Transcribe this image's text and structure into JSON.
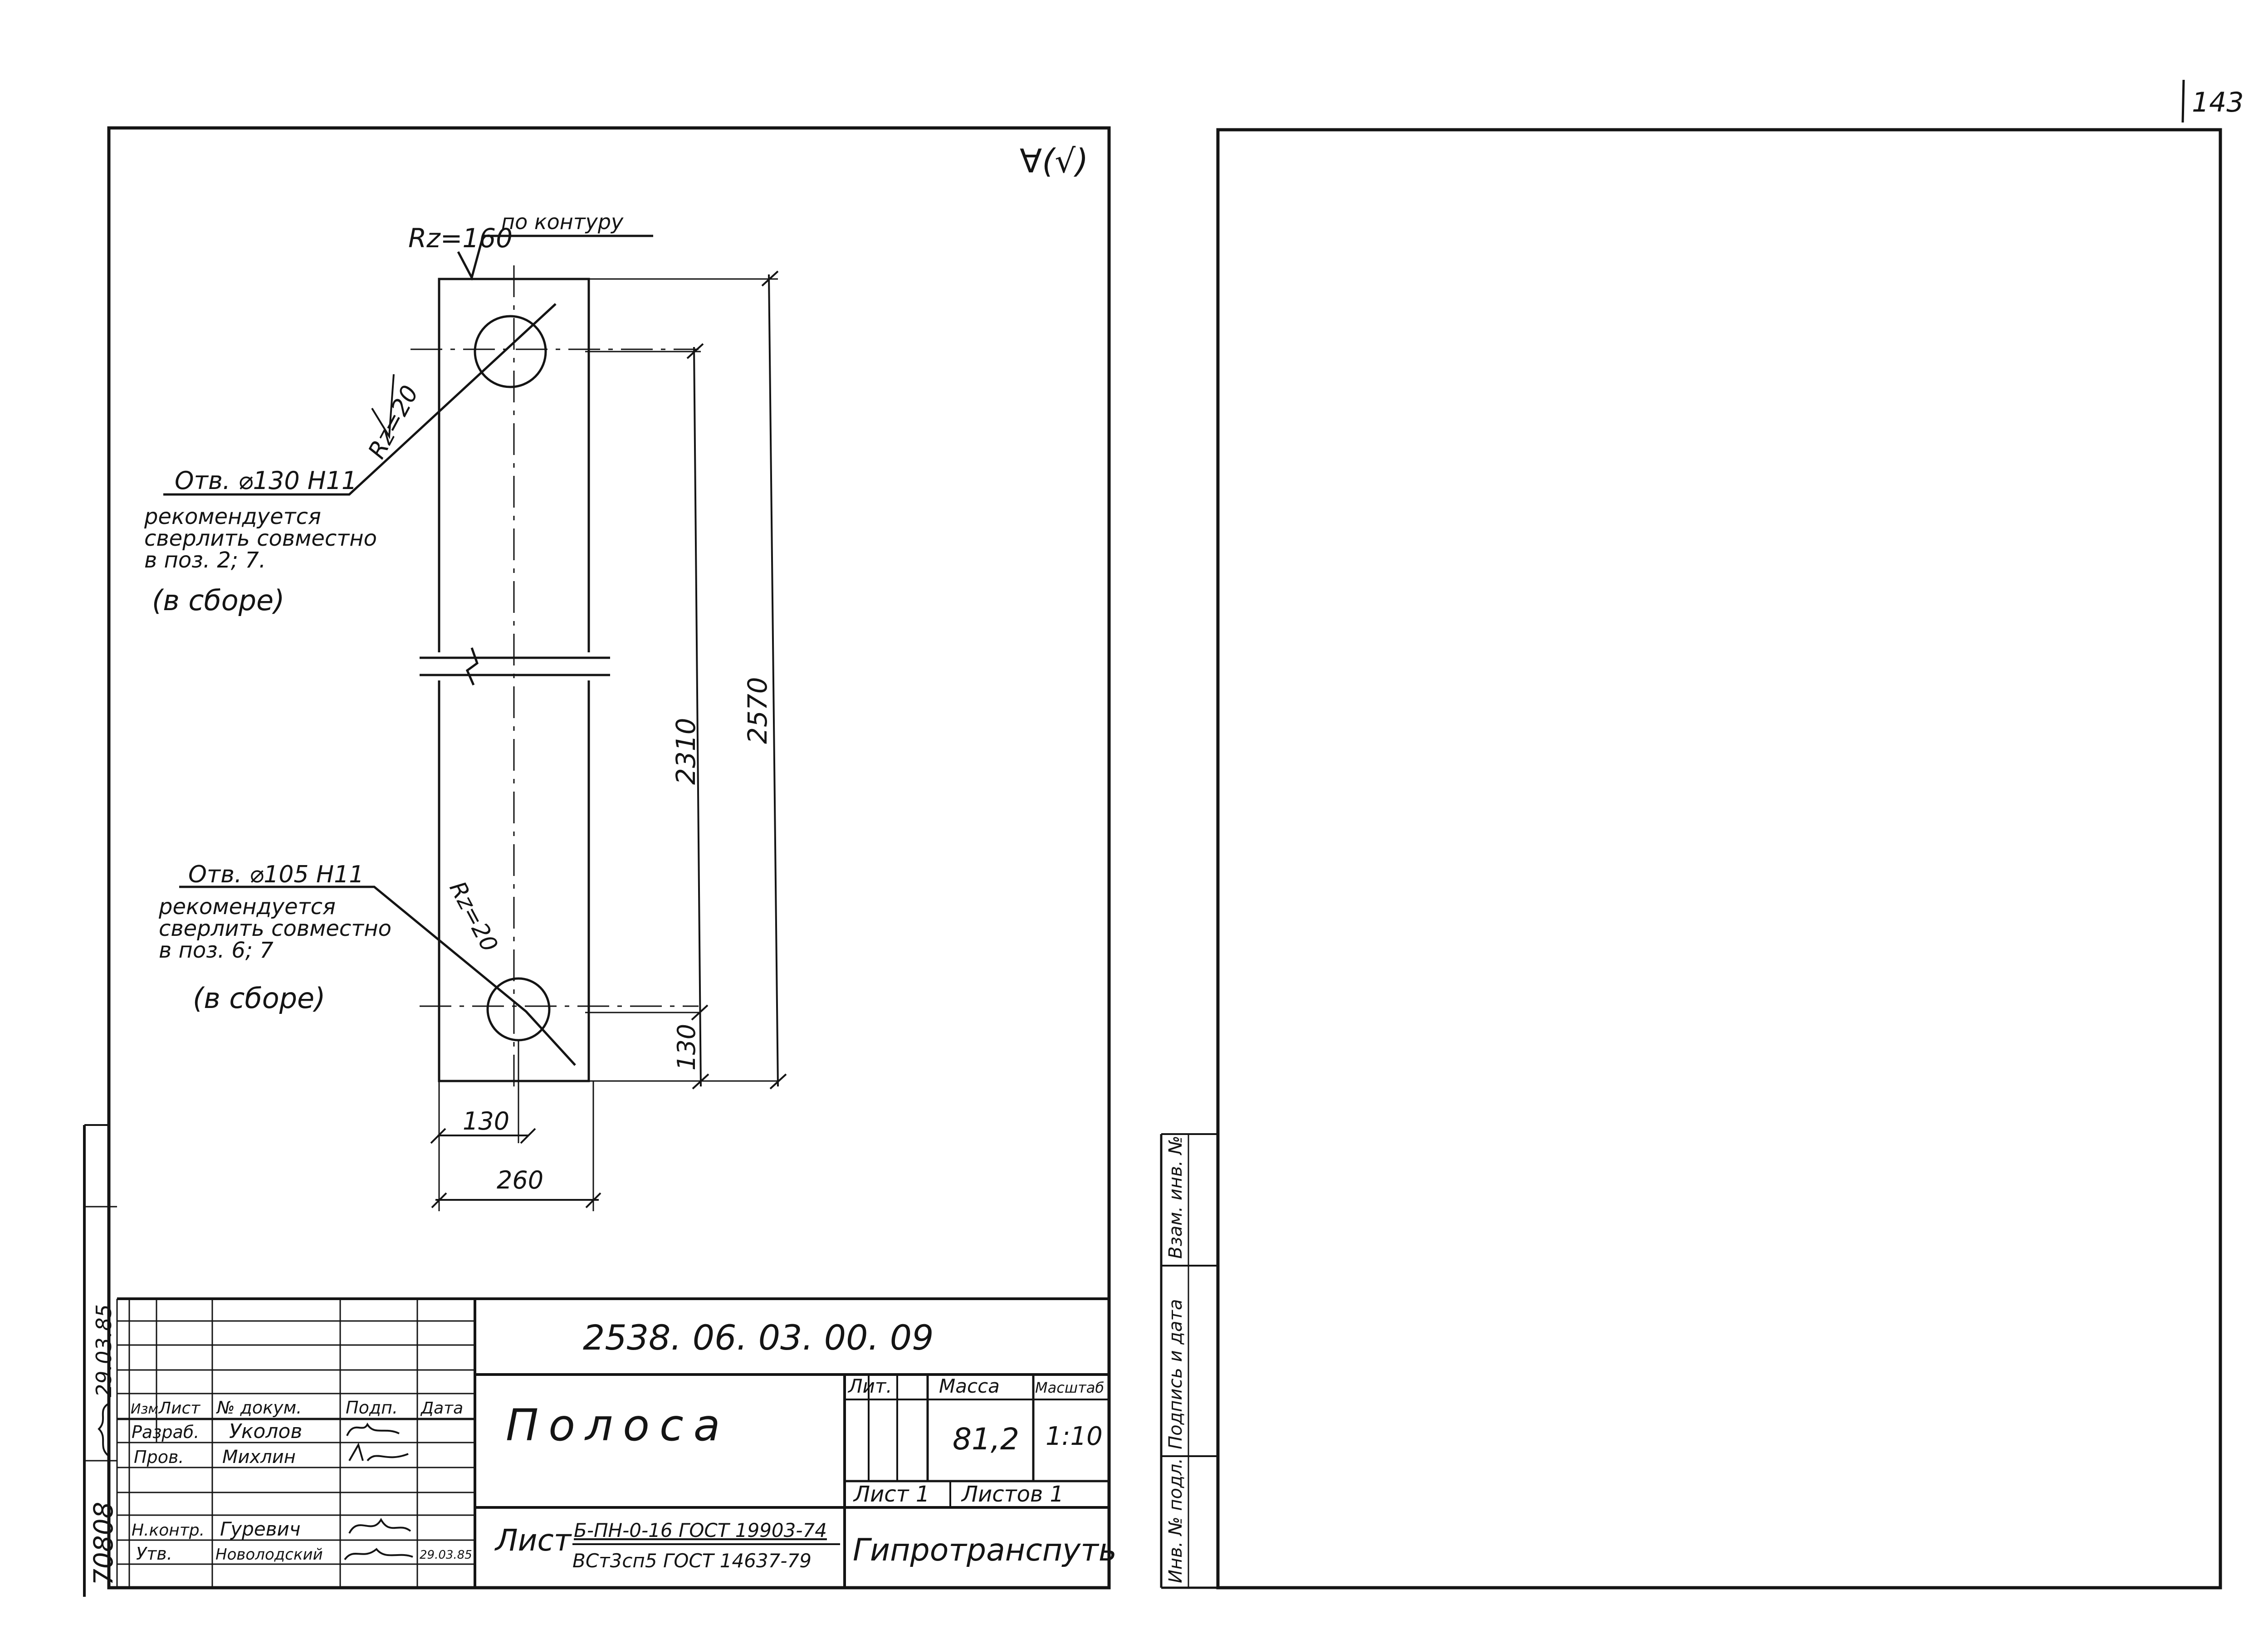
{
  "page_number": "143",
  "roughness_symbol": "∀(√)",
  "drawing": {
    "surface_note_value": "Rz=160",
    "surface_note_text": "по контуру",
    "hole_roughness": "Rz=20",
    "top_hole": {
      "designation": "Отв. ⌀130 H11",
      "note_lines": [
        "рекомендуется",
        "сверлить совместно",
        "в поз.   2; 7."
      ],
      "assembly_note": "(в сборе)"
    },
    "bottom_hole": {
      "designation": "Отв. ⌀105 H11",
      "note_lines": [
        "рекомендуется",
        "сверлить совместно",
        "в поз.   6; 7"
      ],
      "assembly_note": "(в сборе)"
    },
    "dimensions": {
      "overall_length": "2570",
      "hole_spacing": "2310",
      "hole_offset_vertical": "130",
      "hole_offset_horizontal": "130",
      "width": "260"
    }
  },
  "title_block": {
    "doc_number": "2538. 06. 03. 00. 09",
    "part_name": "Полоса",
    "headers": {
      "izm": "Изм",
      "list": "Лист",
      "doc_no": "№ докум.",
      "sign": "Подп.",
      "date": "Дата",
      "lit": "Лит.",
      "mass": "Масса",
      "scale": "Масштаб"
    },
    "mass": "81,2",
    "scale": "1:10",
    "sheet_label": "Лист 1",
    "sheets_total": "Листов 1",
    "people": {
      "developer_role": "Разраб.",
      "developer": "Уколов",
      "checker_role": "Пров.",
      "checker": "Михлин",
      "norm_control_role": "Н.контр.",
      "norm_control": "Гуревич",
      "approver_role": "Утв.",
      "approver": "Новолодский",
      "approval_date": "29.03.85"
    },
    "material_prefix": "Лист",
    "material_line1": "Б-ПН-0-16 ГОСТ 19903-74",
    "material_line2": "ВСт3сп5 ГОСТ 14637-79",
    "organization": "Гипротранспуть"
  },
  "side_stamp": {
    "inv_no": "70808",
    "date": "29.03.85"
  },
  "right_sheet": {
    "column_labels": [
      "Взам. инв. №",
      "Подпись и дата",
      "Инв. № подл."
    ]
  }
}
